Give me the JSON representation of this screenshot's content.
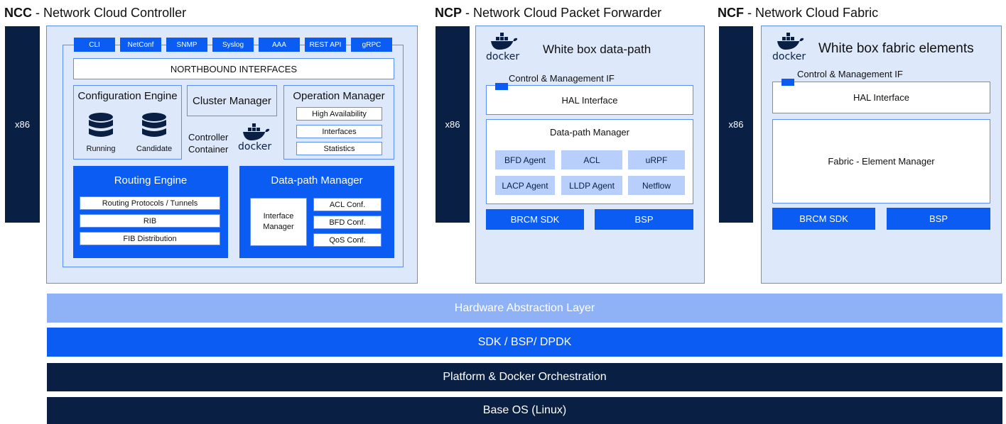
{
  "ncc": {
    "abbr": "NCC",
    "title": "- Network Cloud Controller",
    "x86": "x86",
    "tabs": [
      "CLI",
      "NetConf",
      "SNMP",
      "Syslog",
      "AAA",
      "REST API",
      "gRPC"
    ],
    "northbound": "NORTHBOUND INTERFACES",
    "config_engine": {
      "title": "Configuration Engine",
      "running": "Running",
      "candidate": "Candidate"
    },
    "cluster_manager": "Cluster Manager",
    "controller_line1": "Controller",
    "controller_line2": "Container",
    "docker": "docker",
    "operation_manager": {
      "title": "Operation Manager",
      "items": [
        "High Availability",
        "Interfaces",
        "Statistics"
      ]
    },
    "routing_engine": {
      "title": "Routing Engine",
      "items": [
        "Routing Protocols / Tunnels",
        "RIB",
        "FIB Distribution"
      ]
    },
    "datapath_manager": {
      "title": "Data-path Manager",
      "interface_line1": "Interface",
      "interface_line2": "Manager",
      "items": [
        "ACL Conf.",
        "BFD Conf.",
        "QoS Conf."
      ]
    }
  },
  "ncp": {
    "abbr": "NCP",
    "title": "- Network Cloud Packet Forwarder",
    "x86": "x86",
    "docker": "docker",
    "heading": "White box data-path",
    "ctrl_if": "Control & Management IF",
    "hal": "HAL Interface",
    "datapath_manager": "Data-path Manager",
    "agents": [
      "BFD Agent",
      "ACL",
      "uRPF",
      "LACP Agent",
      "LLDP Agent",
      "Netflow"
    ],
    "brcm": "BRCM SDK",
    "bsp": "BSP"
  },
  "ncf": {
    "abbr": "NCF",
    "title": "- Network Cloud Fabric",
    "x86": "x86",
    "docker": "docker",
    "heading": "White box fabric elements",
    "ctrl_if": "Control & Management IF",
    "hal": "HAL Interface",
    "fabric_manager": "Fabric - Element Manager",
    "brcm": "BRCM SDK",
    "bsp": "BSP"
  },
  "layers": {
    "hal": "Hardware Abstraction Layer",
    "sdk": "SDK / BSP/ DPDK",
    "platform": "Platform & Docker Orchestration",
    "baseos": "Base OS (Linux)"
  },
  "colors": {
    "navy": "#0a1f44",
    "blue": "#0b5cf2",
    "light": "#dde8fb",
    "hal_bar": "#8fb2f7",
    "agent": "#b9cffb"
  }
}
